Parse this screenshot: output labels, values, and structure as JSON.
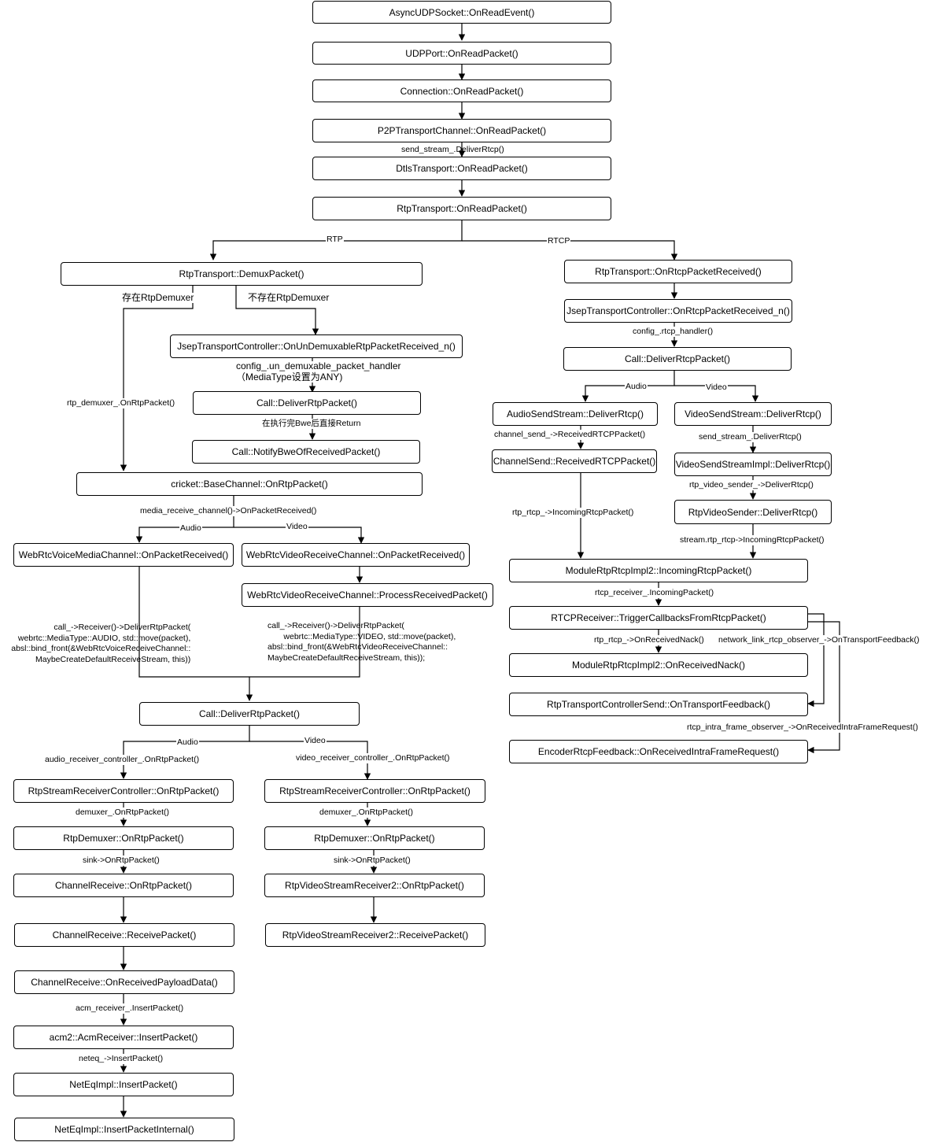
{
  "nodes": {
    "async_udp": "AsyncUDPSocket::OnReadEvent()",
    "udp_port": "UDPPort::OnReadPacket()",
    "connection": "Connection::OnReadPacket()",
    "p2p": "P2PTransportChannel::OnReadPacket()",
    "dtls": "DtlsTransport::OnReadPacket()",
    "rtp_transport_read": "RtpTransport::OnReadPacket()",
    "demux_packet": "RtpTransport::DemuxPacket()",
    "jsep_undemux": "JsepTransportController::OnUnDemuxableRtpPacketReceived_n()",
    "call_deliver_rtp_1": "Call::DeliverRtpPacket()",
    "notify_bwe": "Call::NotifyBweOfReceivedPacket()",
    "base_channel": "cricket::BaseChannel::OnRtpPacket()",
    "voice_media_channel": "WebRtcVoiceMediaChannel::OnPacketReceived()",
    "video_receive_channel": "WebRtcVideoReceiveChannel::OnPacketReceived()",
    "video_process": "WebRtcVideoReceiveChannel::ProcessReceivedPacket()",
    "call_deliver_rtp_2": "Call::DeliverRtpPacket()",
    "audio_stream_ctrl": "RtpStreamReceiverController::OnRtpPacket()",
    "video_stream_ctrl": "RtpStreamReceiverController::OnRtpPacket()",
    "audio_demuxer": "RtpDemuxer::OnRtpPacket()",
    "video_demuxer": "RtpDemuxer::OnRtpPacket()",
    "channel_receive_on_rtp": "ChannelReceive::OnRtpPacket()",
    "video_stream_recv2_on_rtp": "RtpVideoStreamReceiver2::OnRtpPacket()",
    "channel_receive_receive": "ChannelReceive::ReceivePacket()",
    "video_stream_recv2_receive": "RtpVideoStreamReceiver2::ReceivePacket()",
    "channel_receive_payload": "ChannelReceive::OnReceivedPayloadData()",
    "acm_insert": "acm2::AcmReceiver::InsertPacket()",
    "neteq_insert": "NetEqImpl::InsertPacket()",
    "neteq_insert_internal": "NetEqImpl::InsertPacketInternal()",
    "rtcp_received": "RtpTransport::OnRtcpPacketReceived()",
    "jsep_rtcp": "JsepTransportController::OnRtcpPacketReceived_n()",
    "call_deliver_rtcp": "Call::DeliverRtcpPacket()",
    "audio_send_stream": "AudioSendStream::DeliverRtcp()",
    "video_send_stream": "VideoSendStream::DeliverRtcp()",
    "channel_send": "ChannelSend::ReceivedRTCPPacket()",
    "video_send_stream_impl": "VideoSendStreamImpl::DeliverRtcp()",
    "rtp_video_sender": "RtpVideoSender::DeliverRtcp()",
    "module_rtp_incoming": "ModuleRtpRtcpImpl2::IncomingRtcpPacket()",
    "rtcp_receiver_trigger": "RTCPReceiver::TriggerCallbacksFromRtcpPacket()",
    "module_rtp_nack": "ModuleRtpRtcpImpl2::OnReceivedNack()",
    "transport_ctrl_feedback": "RtpTransportControllerSend::OnTransportFeedback()",
    "encoder_rtcp_feedback": "EncoderRtcpFeedback::OnReceivedIntraFrameRequest()"
  },
  "labels": {
    "send_stream_deliver_top": "send_stream_.DeliverRtcp()",
    "rtp": "RTP",
    "rtcp": "RTCP",
    "has_demuxer": "存在RtpDemuxer",
    "no_demuxer": "不存在RtpDemuxer",
    "rtp_demuxer_on_rtp": "rtp_demuxer_.OnRtpPacket()",
    "config_undemux": "config_.un_demuxable_packet_handler\n（MediaType设置为ANY)",
    "bwe_return": "在执行完Bwe后直接Return",
    "media_receive_channel": "media_receive_channel()->OnPacketReceived()",
    "audio_1": "Audio",
    "video_1": "Video",
    "call_receiver_audio": "call_->Receiver()->DeliverRtpPacket(\n    webrtc::MediaType::AUDIO, std::move(packet),\nabsl::bind_front(&WebRtcVoiceReceiveChannel::\n            MaybeCreateDefaultReceiveStream, this))",
    "call_receiver_video": "call_->Receiver()->DeliverRtpPacket(\n       webrtc::MediaType::VIDEO, std::move(packet),\nabsl::bind_front(&WebRtcVideoReceiveChannel::\nMaybeCreateDefaultReceiveStream, this));",
    "audio_2": "Audio",
    "video_2": "Video",
    "audio_receiver_controller": "audio_receiver_controller_.OnRtpPacket()",
    "video_receiver_controller": "video_receiver_controller_.OnRtpPacket()",
    "demuxer_audio": "demuxer_.OnRtpPacket()",
    "demuxer_video": "demuxer_.OnRtpPacket()",
    "sink_audio": "sink->OnRtpPacket()",
    "sink_video": "sink->OnRtpPacket()",
    "acm_receiver_insert": "acm_receiver_.InsertPacket()",
    "neteq_insert_lbl": "neteq_->InsertPacket()",
    "config_rtcp_handler": "config_.rtcp_handler()",
    "audio_3": "Audio",
    "video_3": "Video",
    "channel_send_received": "channel_send_->ReceivedRTCPPacket()",
    "send_stream_deliver": "send_stream_.DeliverRtcp()",
    "rtp_video_sender_deliver": "rtp_video_sender_->DeliverRtcp()",
    "rtp_rtcp_incoming": "rtp_rtcp_->IncomingRtcpPacket()",
    "stream_rtp_rtcp_incoming": "stream.rtp_rtcp->IncomingRtcpPacket()",
    "rtcp_receiver_incoming": "rtcp_receiver_.IncomingPacket()",
    "rtp_rtcp_on_nack": "rtp_rtcp_->OnReceivedNack()",
    "network_link_feedback": "network_link_rtcp_observer_->OnTransportFeedback()",
    "intra_frame_request": "rtcp_intra_frame_observer_->OnReceivedIntraFrameRequest()"
  }
}
